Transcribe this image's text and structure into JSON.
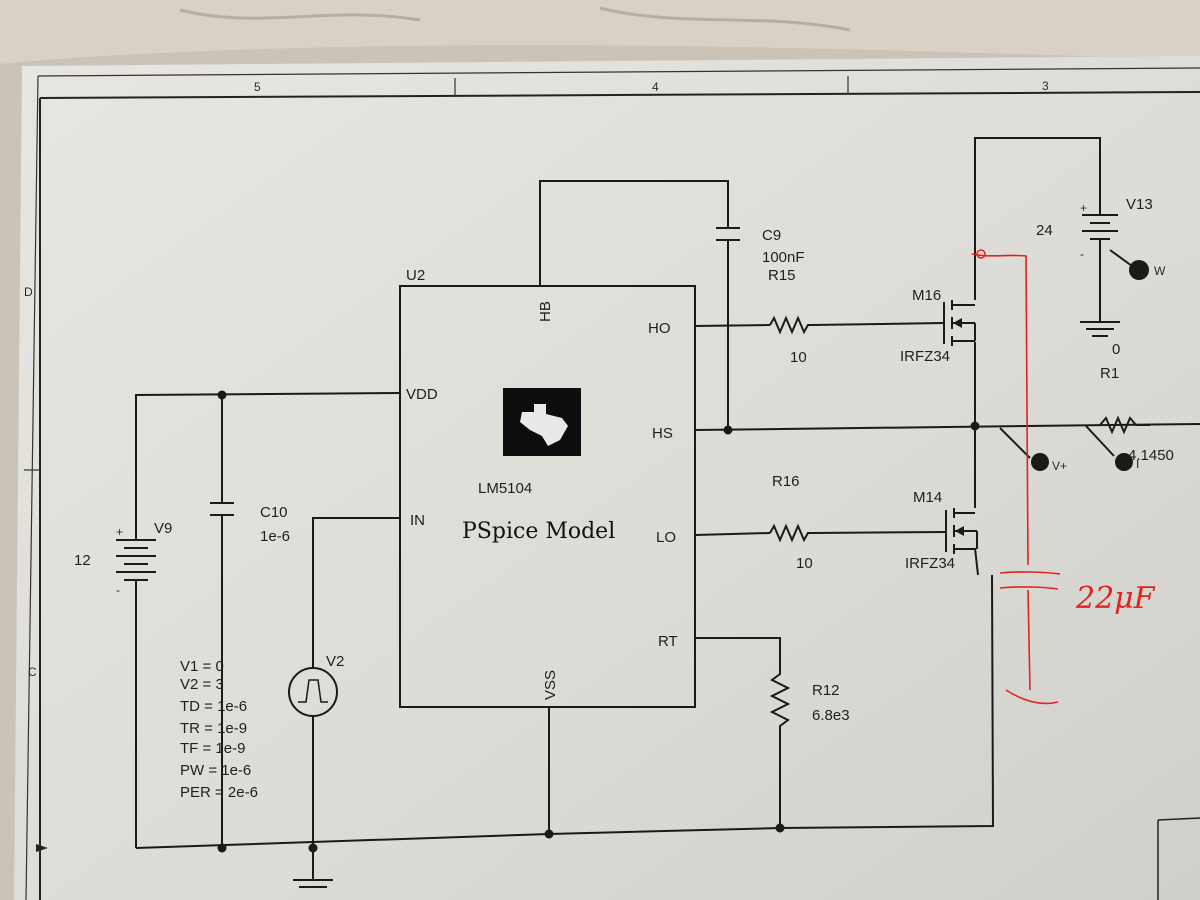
{
  "border": {
    "columns": [
      "5",
      "4",
      "3"
    ],
    "rows": [
      "D",
      "C"
    ]
  },
  "ic": {
    "ref": "U2",
    "part": "LM5104",
    "model": "PSpice Model",
    "pins": {
      "hb": "HB",
      "ho": "HO",
      "vdd": "VDD",
      "hs": "HS",
      "in": "IN",
      "lo": "LO",
      "rt": "RT",
      "vss": "VSS"
    }
  },
  "components": {
    "c9": {
      "ref": "C9",
      "value": "100nF"
    },
    "r15": {
      "ref": "R15",
      "value": "10"
    },
    "r16": {
      "ref": "R16",
      "value": "10"
    },
    "m16": {
      "ref": "M16",
      "part": "IRFZ34"
    },
    "m14": {
      "ref": "M14",
      "part": "IRFZ34"
    },
    "v13": {
      "ref": "V13",
      "value": "24"
    },
    "r1": {
      "ref": "R1",
      "value": "4.1450"
    },
    "v9": {
      "ref": "V9",
      "value": "12"
    },
    "c10": {
      "ref": "C10",
      "value": "1e-6"
    },
    "r12": {
      "ref": "R12",
      "value": "6.8e3"
    },
    "v2": {
      "ref": "V2",
      "params": [
        "V1 = 0",
        "V2 = 3",
        "TD = 1e-6",
        "TR = 1e-9",
        "TF = 1e-9",
        "PW = 1e-6",
        "PER = 2e-6"
      ]
    }
  },
  "probes": {
    "w": "W",
    "vplus": "V+",
    "i": "I"
  },
  "ground_label": "0",
  "annotation": {
    "text": "22μF",
    "color": "#e0241e"
  }
}
